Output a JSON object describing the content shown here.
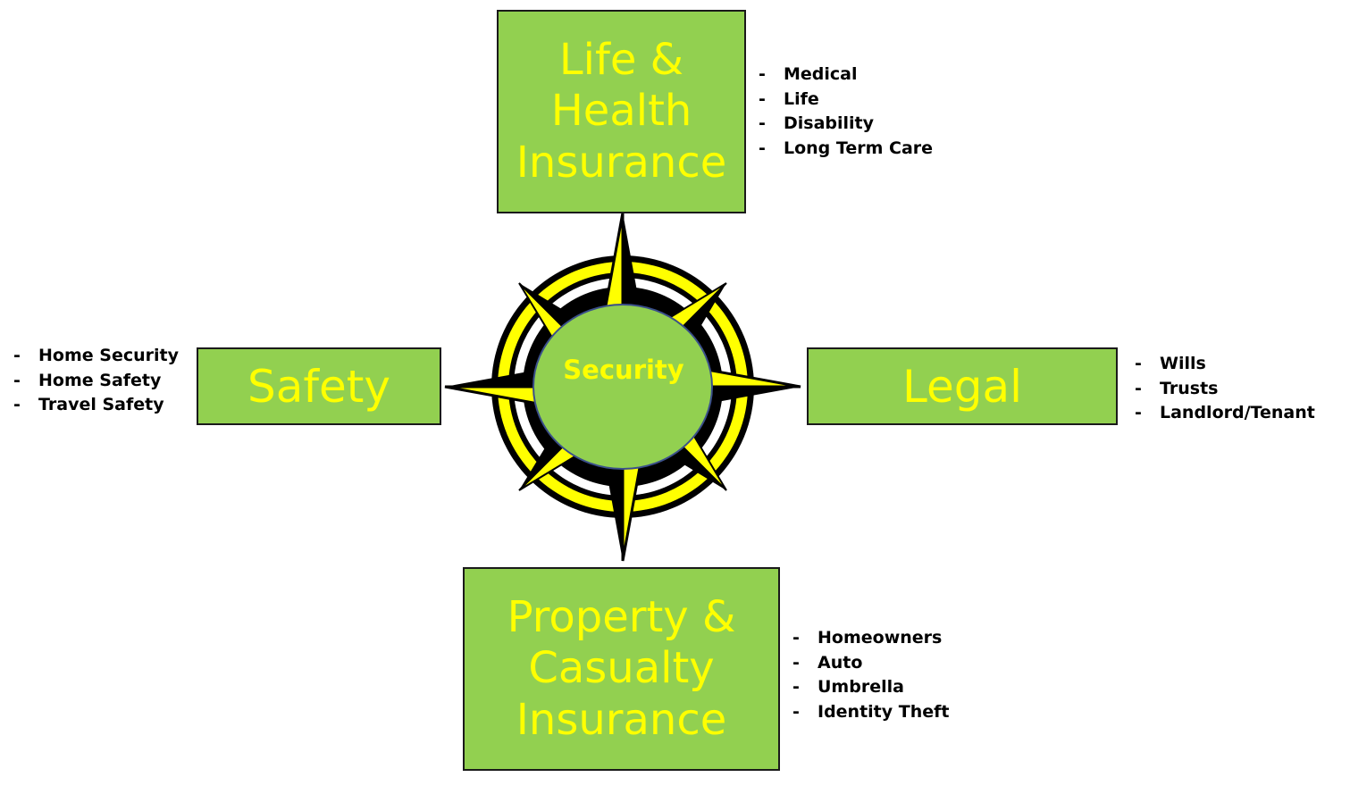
{
  "center": {
    "label": "Security"
  },
  "top": {
    "title_lines": [
      "Life &",
      "Health",
      "Insurance"
    ],
    "items": [
      "Medical",
      "Life",
      "Disability",
      "Long Term Care"
    ]
  },
  "left": {
    "title_lines": [
      "Safety"
    ],
    "items": [
      "Home Security",
      "Home Safety",
      "Travel Safety"
    ]
  },
  "right": {
    "title_lines": [
      "Legal"
    ],
    "items": [
      "Wills",
      "Trusts",
      "Landlord/Tenant"
    ]
  },
  "bottom": {
    "title_lines": [
      "Property &",
      "Casualty",
      "Insurance"
    ],
    "items": [
      "Homeowners",
      "Auto",
      "Umbrella",
      "Identity Theft"
    ]
  },
  "bullet_marker": "-",
  "colors": {
    "box_fill": "#92d050",
    "box_text": "#ffff00",
    "compass_yellow": "#ffff00",
    "compass_black": "#000000",
    "list_text": "#000000"
  }
}
